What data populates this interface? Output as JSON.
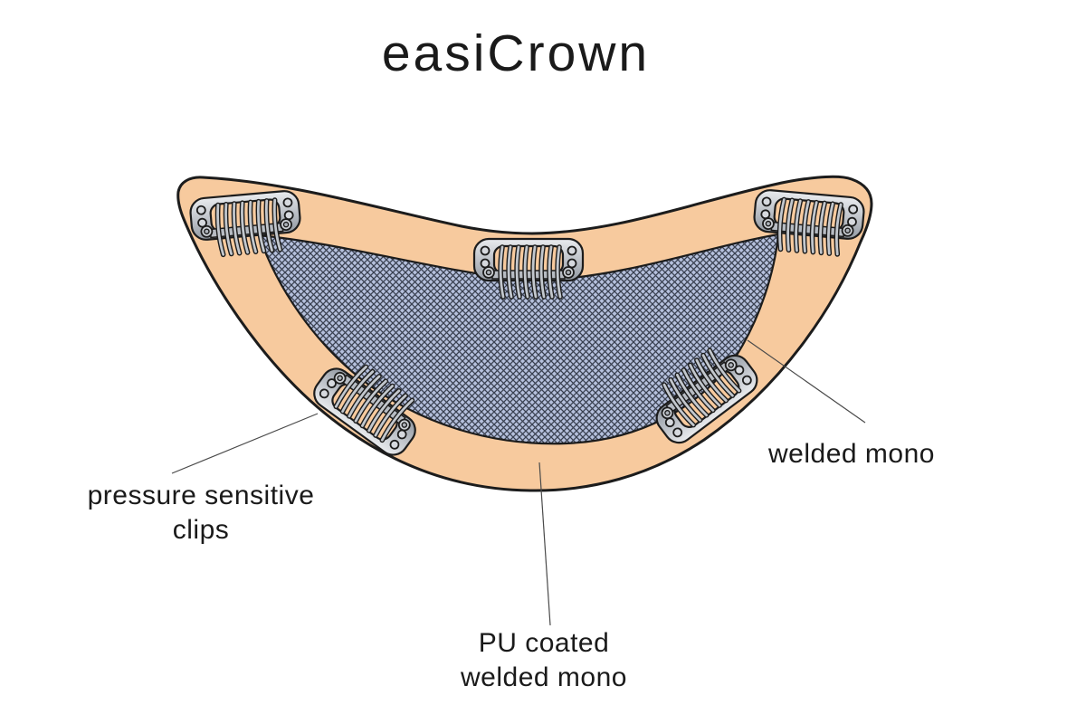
{
  "title": "easiCrown",
  "labels": {
    "pressure_clips": {
      "line1": "pressure sensitive",
      "line2": "clips"
    },
    "welded_mono": {
      "text": "welded mono"
    },
    "pu_coated": {
      "line1": "PU coated",
      "line2": "welded mono"
    }
  },
  "figure": {
    "clip_count": 5,
    "colors": {
      "background": "#ffffff",
      "base": "#f7ca9e",
      "outline": "#1c1c1c",
      "mesh_bg": "#b5c0dc",
      "mesh_line": "#394050",
      "clip_metal_light": "#e9ebee",
      "clip_metal_mid": "#c3c7cd",
      "clip_metal_dark": "#939aa3",
      "leader": "#4a4a4a",
      "text": "#1a1a1a"
    }
  }
}
